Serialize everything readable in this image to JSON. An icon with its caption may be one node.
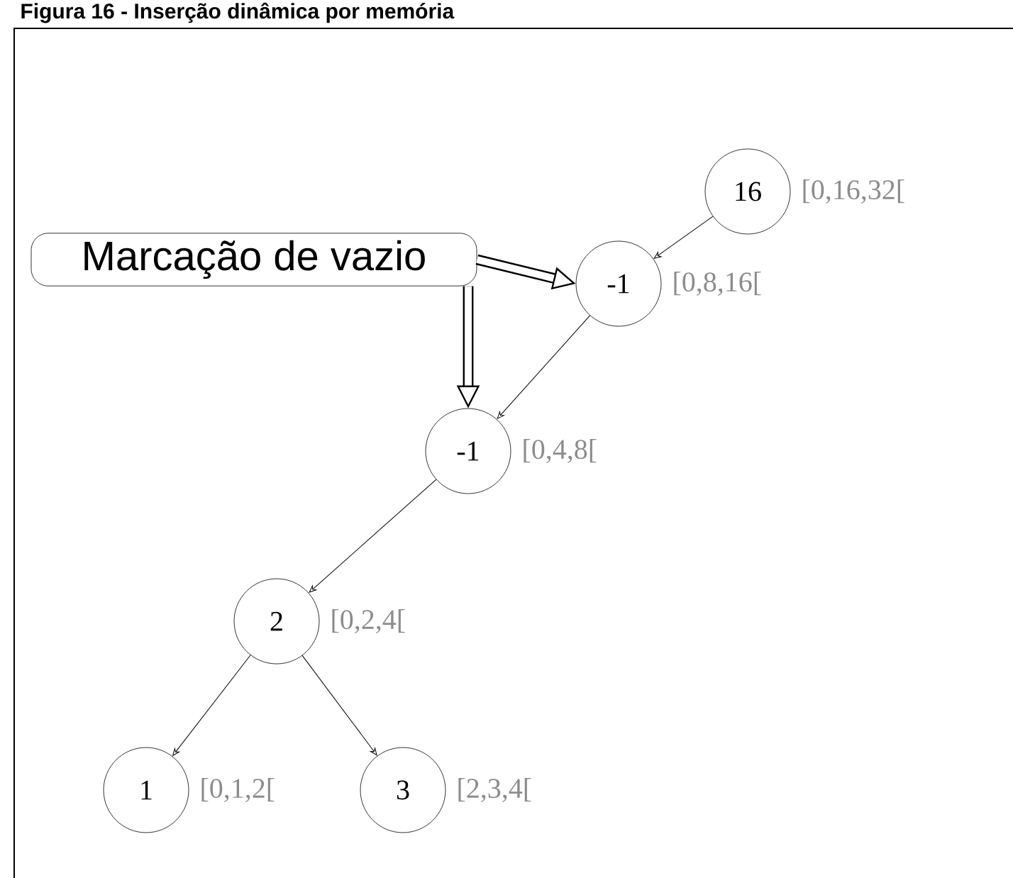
{
  "diagram": {
    "title": "Figura 16 - Inserção dinâmica por memória",
    "nodes": [
      {
        "text": [
          "Marcação de vazio"
        ]
      },
      {
        "text": [
          "16"
        ],
        "beside": [
          "[0,16,32["
        ]
      },
      {
        "text": [
          "-1"
        ],
        "beside": [
          "[0,8,16["
        ]
      },
      {
        "text": [
          "-1"
        ],
        "beside": [
          "[0,4,8["
        ]
      },
      {
        "text": [
          "2"
        ],
        "beside": [
          "[0,2,4["
        ]
      },
      {
        "text": [
          "1"
        ],
        "beside": [
          "[0,1,2["
        ]
      },
      {
        "text": [
          "3"
        ],
        "beside": [
          "[2,3,4["
        ]
      }
    ],
    "edges": [
      {
        "from": 1,
        "to": 2,
        "arrow": "to"
      },
      {
        "from": 2,
        "to": 3,
        "arrow": "to"
      },
      {
        "from": 3,
        "to": 4,
        "arrow": "to"
      },
      {
        "from": 4,
        "to": 5,
        "arrow": "to"
      },
      {
        "from": 4,
        "to": 6,
        "arrow": "to"
      },
      {
        "from": 0,
        "to": 2,
        "arrow": "to",
        "style": "thick"
      },
      {
        "from": 0,
        "to": 3,
        "arrow": "to",
        "style": "thick"
      }
    ]
  }
}
